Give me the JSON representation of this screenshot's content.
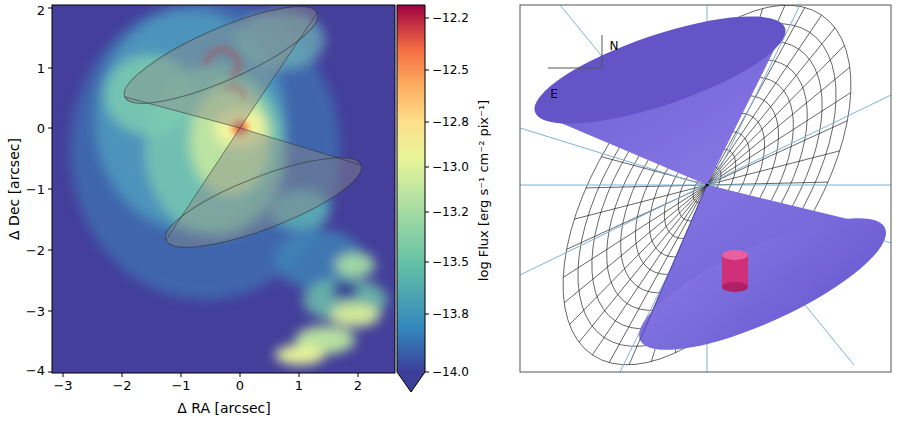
{
  "diagram": {
    "labels": [
      "−3",
      "−2",
      "−1",
      "0",
      "1",
      "2",
      "2",
      "1",
      "0",
      "−1",
      "−2",
      "−3",
      "−4",
      "Δ RA [arcsec]",
      "Δ Dec [arcsec]",
      "−12.2",
      "−12.5",
      "−12.8",
      "−13.0",
      "−13.2",
      "−13.5",
      "−13.8",
      "−14.0",
      "log Flux [erg s⁻¹ cm⁻² pix⁻¹]",
      "N",
      "E"
    ]
  }
}
